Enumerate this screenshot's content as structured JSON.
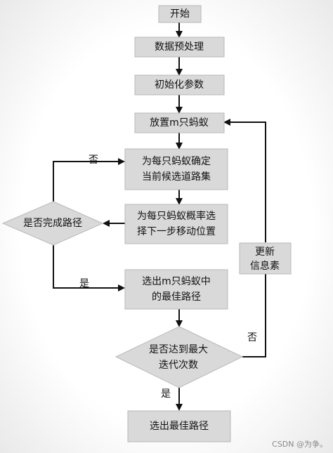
{
  "nodes": {
    "start": "开始",
    "preprocess": "数据预处理",
    "init_params": "初始化参数",
    "place_ants": "放置m只蚂蚁",
    "candidate_set_line1": "为每只蚂蚁确定",
    "candidate_set_line2": "当前候选道路集",
    "select_next_line1": "为每只蚂蚁概率选",
    "select_next_line2": "择下一步移动位置",
    "path_done": "是否完成路径",
    "best_of_m_line1": "选出m只蚂蚁中",
    "best_of_m_line2": "的最佳路径",
    "update_pheromone_line1": "更新",
    "update_pheromone_line2": "信息素",
    "max_iter_line1": "是否达到最大",
    "max_iter_line2": "迭代次数",
    "output_best": "选出最佳路径"
  },
  "edge_labels": {
    "path_done_no": "否",
    "path_done_yes": "是",
    "max_iter_no": "否",
    "max_iter_yes": "是"
  },
  "watermark": "CSDN @为争。"
}
